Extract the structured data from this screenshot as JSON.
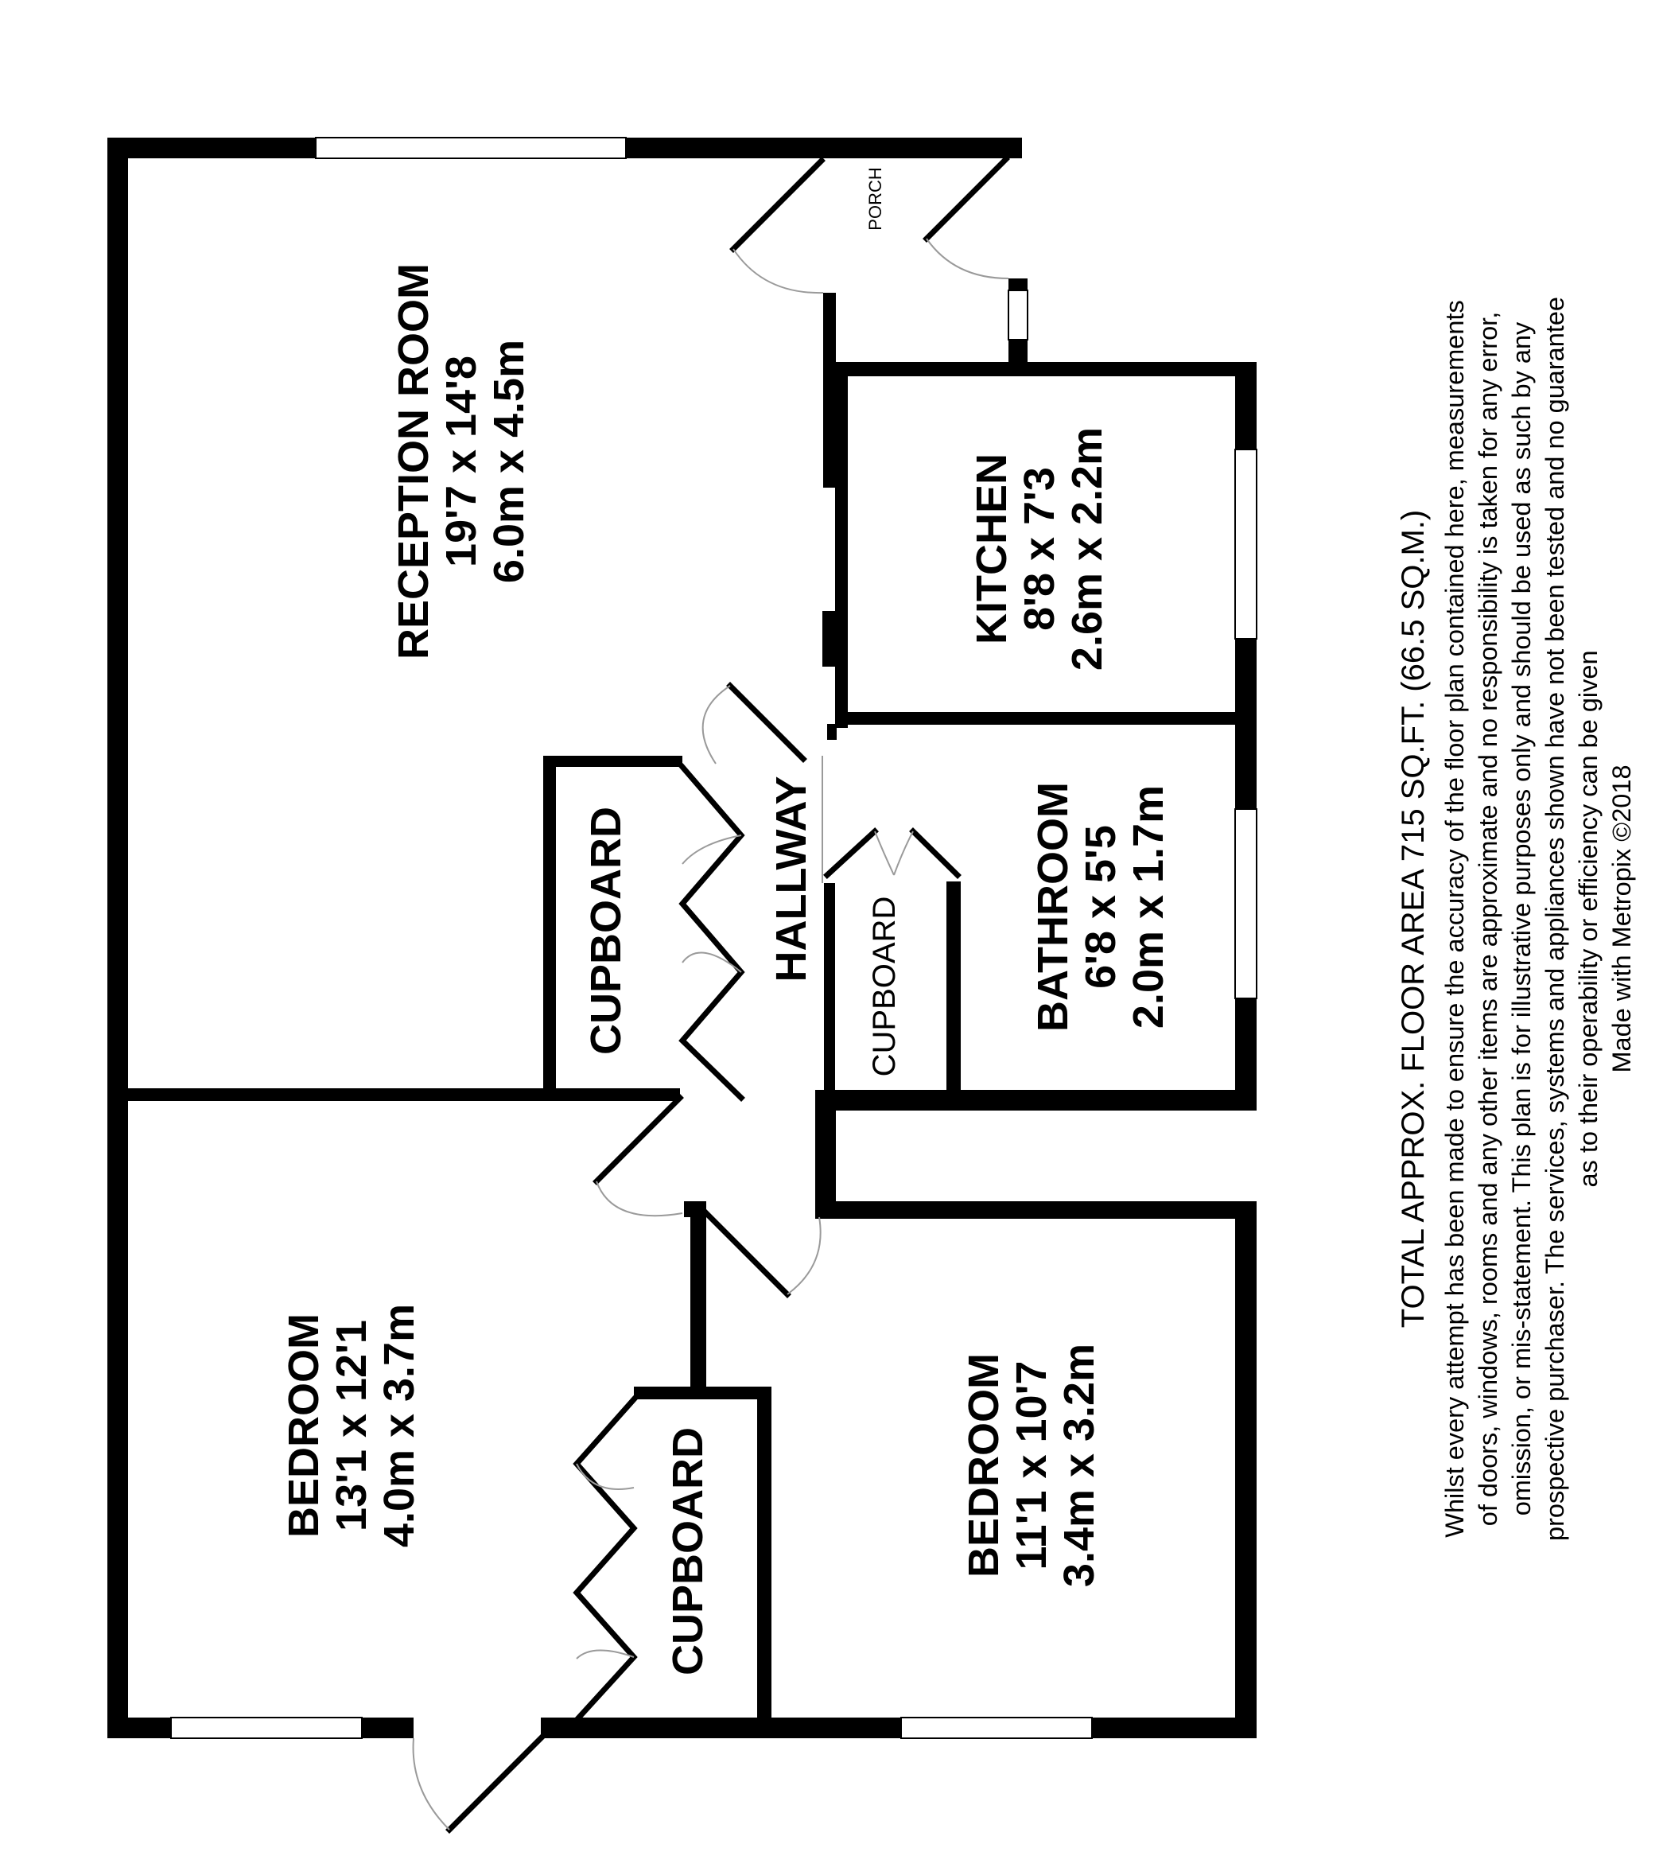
{
  "rooms": {
    "reception": {
      "name": "RECEPTION ROOM",
      "imperial": "19'7 x 14'8",
      "metric": "6.0m x 4.5m"
    },
    "kitchen": {
      "name": "KITCHEN",
      "imperial": "8'8 x 7'3",
      "metric": "2.6m x 2.2m"
    },
    "bathroom": {
      "name": "BATHROOM",
      "imperial": "6'8 x 5'5",
      "metric": "2.0m x 1.7m"
    },
    "bedroom_left": {
      "name": "BEDROOM",
      "imperial": "13'1 x 12'1",
      "metric": "4.0m x 3.7m"
    },
    "bedroom_right": {
      "name": "BEDROOM",
      "imperial": "11'1 x 10'7",
      "metric": "3.4m x 3.2m"
    },
    "hallway": {
      "name": "HALLWAY"
    },
    "porch": {
      "name": "PORCH"
    },
    "cupboard_reception": {
      "name": "CUPBOARD"
    },
    "cupboard_bathroom": {
      "name": "CUPBOARD"
    },
    "cupboard_bedroom": {
      "name": "CUPBOARD"
    }
  },
  "footer": {
    "area": "TOTAL APPROX. FLOOR AREA 715 SQ.FT. (66.5 SQ.M.)",
    "disclaimer": [
      "Whilst every attempt has been made to ensure the accuracy of the floor plan contained here, measurements",
      "of doors, windows, rooms and any other items are approximate and no responsibility is taken for any error,",
      "omission, or mis-statement. This plan is for illustrative purposes only and should be used as such by any",
      "prospective purchaser. The services, systems and appliances shown have not been tested and no guarantee",
      "as to their operability or efficiency can be given",
      "Made with Metropix ©2018"
    ]
  }
}
